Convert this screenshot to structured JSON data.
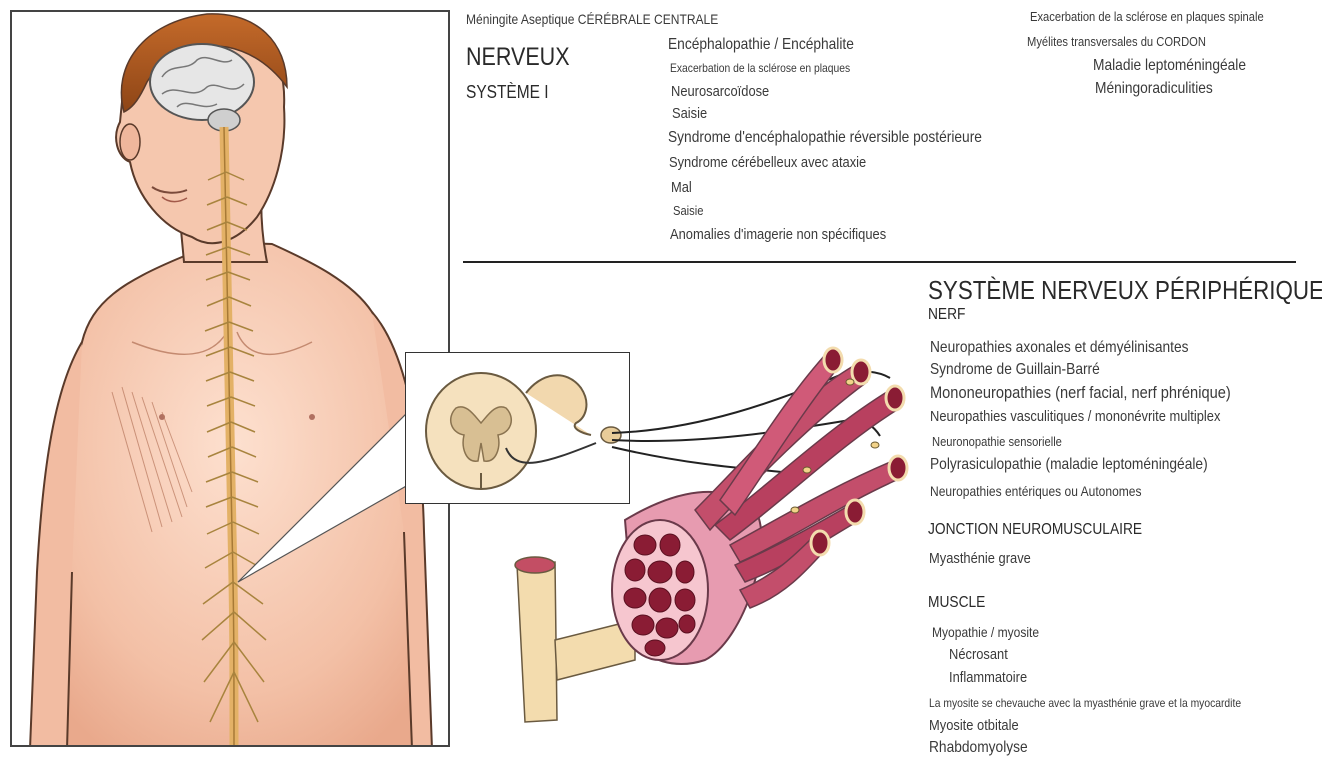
{
  "cns": {
    "title_line1": "NERVEUX",
    "title_line2": "SYSTÈME I",
    "top_left": "Méningite Aseptique CÉRÉBRALE CENTRALE",
    "brain_items": [
      "Encéphalopathie / Encéphalite",
      "Exacerbation de la sclérose en plaques",
      "Neurosarcoïdose",
      "Saisie",
      "Syndrome d'encéphalopathie réversible postérieure",
      "Syndrome cérébelleux avec ataxie",
      "Mal",
      "Saisie",
      "Anomalies d'imagerie non spécifiques"
    ],
    "spinal_items": [
      "Exacerbation de la sclérose en plaques spinale",
      "Myélites transversales du CORDON",
      "Maladie leptoméningéale",
      "Méningoradiculities"
    ]
  },
  "pns": {
    "title": "SYSTÈME NERVEUX PÉRIPHÉRIQUE",
    "nerve_header": "NERF",
    "nerve_items": [
      "Neuropathies axonales et démyélinisantes",
      "Syndrome de Guillain-Barré",
      "Mononeuropathies (nerf facial, nerf phrénique)",
      "Neuropathies vasculitiques / mononévrite multiplex",
      "Neuronopathie sensorielle",
      "Polyrasiculopathie (maladie leptoméningéale)",
      "Neuropathies entériques ou Autonomes"
    ],
    "nmj_header": "JONCTION NEUROMUSCULAIRE",
    "nmj_items": [
      "Myasthénie grave"
    ],
    "muscle_header": "MUSCLE",
    "muscle_items": [
      "Myopathie / myosite",
      "Nécrosant",
      "Inflammatoire",
      "La myosite se chevauche avec la myasthénie grave et la myocardite",
      "Myosite otbitale",
      "Rhabdomyolyse"
    ]
  },
  "colors": {
    "skin": "#f3c4ac",
    "spine": "#e0a85c",
    "muscle": "#c2476b",
    "fiber": "#8a1c34",
    "tendon": "#f3dcae"
  }
}
